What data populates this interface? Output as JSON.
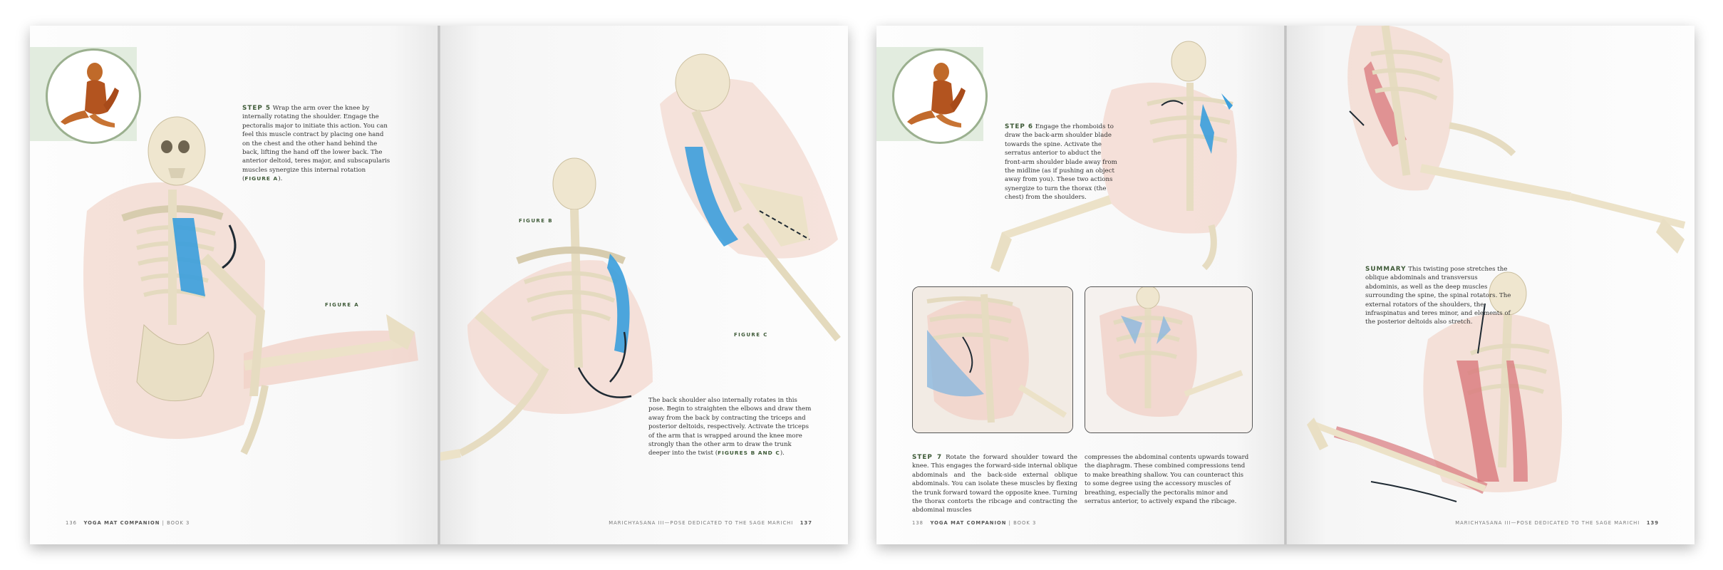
{
  "spreads": [
    {
      "left_page": {
        "folio_number": "136",
        "folio_book": "YOGA MAT COMPANION",
        "folio_sep": "|",
        "folio_vol": "BOOK 3",
        "step_lead": "STEP 5",
        "step_text": "Wrap the arm over the knee by internally rotating the shoulder. Engage the pectoralis major to initiate this action. You can feel this muscle contract by placing one hand on the chest and the other hand behind the back, lifting the hand off the lower back. The anterior deltoid, teres major, and subscapularis muscles synergize this internal rotation (",
        "step_ref": "FIGURE A",
        "step_end": ").",
        "figure_a": "FIGURE A"
      },
      "right_page": {
        "figure_b": "FIGURE B",
        "figure_c": "FIGURE C",
        "body_text": "The back shoulder also internally rotates in this pose. Begin to straighten the elbows and draw them away from the back by contracting the triceps and posterior deltoids, respectively. Activate the triceps of the arm that is wrapped around the knee more strongly than the other arm to draw the trunk deeper into the twist (",
        "body_ref": "FIGURES B AND C",
        "body_end": ").",
        "folio_title": "MARICHYASANA III—POSE DEDICATED TO THE SAGE MARICHI",
        "folio_number": "137"
      }
    },
    {
      "left_page": {
        "step6_lead": "STEP 6",
        "step6_text": "Engage the rhomboids to draw the back-arm shoulder blade towards the spine. Activate the serratus anterior to abduct the front-arm shoulder blade away from the midline (as if pushing an object away from you). These two actions synergize to turn the thorax (the chest) from the shoulders.",
        "step7_lead": "STEP 7",
        "step7_col1": "Rotate the forward shoulder toward the knee. This engages the forward-side internal oblique abdominals and the back-side external oblique abdominals. You can isolate these muscles by flexing the trunk forward toward the opposite knee. Turning the thorax contorts the ribcage and contracting the abdominal muscles",
        "step7_col2": "compresses the abdominal contents upwards toward the diaphragm. These combined compressions tend to make breathing shallow. You can counteract this to some degree using the accessory muscles of breathing, especially the pectoralis minor and serratus anterior, to actively expand the ribcage.",
        "folio_number": "138",
        "folio_book": "YOGA MAT COMPANION",
        "folio_sep": "|",
        "folio_vol": "BOOK 3"
      },
      "right_page": {
        "summary_lead": "SUMMARY",
        "summary_text": "This twisting pose stretches the oblique abdominals and transversus abdominis, as well as the deep muscles surrounding the spine, the spinal rotators. The external rotators of the shoulders, the infraspinatus and teres minor, and elements of the posterior deltoids also stretch.",
        "folio_title": "MARICHYASANA III—POSE DEDICATED TO THE SAGE MARICHI",
        "folio_number": "139"
      }
    }
  ],
  "colors": {
    "bone": "#efe6cf",
    "muscle_shadow": "#f1d2c8",
    "highlight_muscle": "#3d9fdc",
    "red_muscle": "#d9787c",
    "accent_green": "#3e5a37"
  }
}
